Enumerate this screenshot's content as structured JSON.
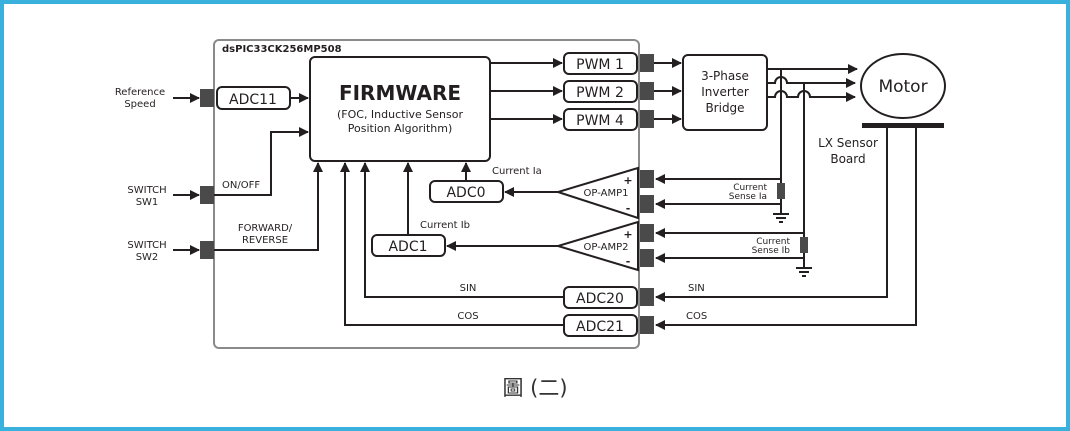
{
  "figure": {
    "caption": "圖 (二)",
    "colors": {
      "frame": "#3ab0dd",
      "line": "#231f20",
      "pin": "#4a4a4a",
      "chip_border": "#8a8a8a"
    }
  },
  "chip": {
    "title": "dsPIC33CK256MP508"
  },
  "firmware": {
    "title": "FIRMWARE",
    "subtitle_line1": "(FOC, Inductive Sensor",
    "subtitle_line2": "Position Algorithm)"
  },
  "inputs": {
    "reference_speed": [
      "Reference",
      "Speed"
    ],
    "switch1": [
      "SWITCH",
      "SW1"
    ],
    "switch2": [
      "SWITCH",
      "SW2"
    ]
  },
  "signals": {
    "on_off": "ON/OFF",
    "fwd_rev": [
      "FORWARD/",
      "REVERSE"
    ],
    "current_ia": "Current Ia",
    "current_ib": "Current Ib",
    "sin_internal": "SIN",
    "cos_internal": "COS",
    "sin_external": "SIN",
    "cos_external": "COS"
  },
  "blocks": {
    "adc11": "ADC11",
    "adc0": "ADC0",
    "adc1": "ADC1",
    "adc20": "ADC20",
    "adc21": "ADC21",
    "pwm1": "PWM 1",
    "pwm2": "PWM 2",
    "pwm4": "PWM 4",
    "opamp1": "OP-AMP1",
    "opamp2": "OP-AMP2",
    "plus": "+",
    "minus": "-",
    "inverter": [
      "3-Phase",
      "Inverter",
      "Bridge"
    ],
    "motor": "Motor",
    "sensor_board": [
      "LX Sensor",
      "Board"
    ],
    "sense_a": [
      "Current",
      "Sense Ia"
    ],
    "sense_b": [
      "Current",
      "Sense Ib"
    ]
  }
}
